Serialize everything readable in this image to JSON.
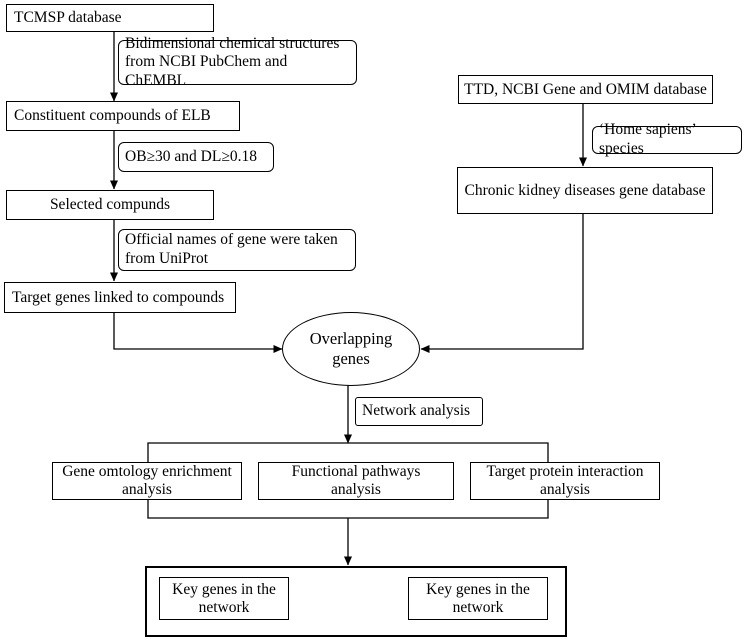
{
  "nodes": {
    "tcmsp": "TCMSP database",
    "note_structures": "Bidimensional chemical structures\nfrom NCBI PubChem and ChEMBL",
    "constituent": "Constituent compounds of ELB",
    "note_filter": "OB≥30 and DL≥0.18",
    "selected": "Selected compunds",
    "note_uniprot": "Official names of gene were taken\nfrom UniProt",
    "target_genes": "Target genes linked to compounds",
    "ttd": "TTD, NCBI Gene and OMIM database",
    "note_species": "‘Home sapiens’ species",
    "ckd": "Chronic kidney diseases gene database",
    "overlapping": "Overlapping\ngenes",
    "note_network": "Network analysis",
    "go": "Gene omtology enrichment\nanalysis",
    "pathways": "Functional pathways\nanalysis",
    "ppi": "Target protein interaction\nanalysis",
    "key_left": "Key genes in the\nnetwork",
    "key_right": "Key genes in the\nnetwork"
  }
}
